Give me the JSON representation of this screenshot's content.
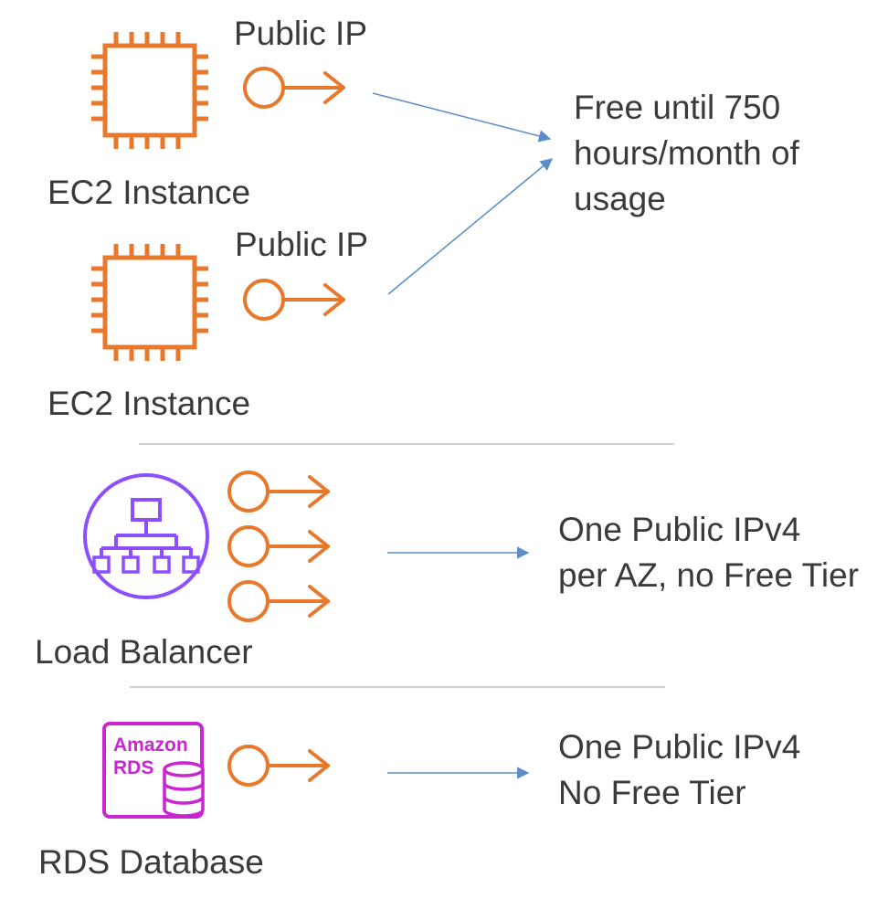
{
  "colors": {
    "ec2_orange": "#E8782B",
    "ip_orange": "#E8782B",
    "lb_purple": "#8C4FFF",
    "rds_magenta": "#C925D1",
    "arrow_blue": "#5B8DC9",
    "divider_gray": "#BDBDBD",
    "text": "#3A3A3A"
  },
  "rows": {
    "ec2_1": {
      "ip_label": "Public IP",
      "name": "EC2 Instance",
      "icon": "chip-icon"
    },
    "ec2_2": {
      "ip_label": "Public IP",
      "name": "EC2 Instance",
      "icon": "chip-icon"
    },
    "ec2_note": [
      "Free until 750",
      "hours/month of",
      "usage"
    ],
    "lb": {
      "name": "Load Balancer",
      "icon": "load-balancer-icon",
      "note": [
        "One Public IPv4",
        "per AZ, no Free Tier"
      ]
    },
    "rds": {
      "name": "RDS Database",
      "icon": "rds-icon",
      "logo_text": [
        "Amazon",
        "RDS"
      ],
      "note": [
        "One Public IPv4",
        "No Free Tier"
      ]
    }
  }
}
